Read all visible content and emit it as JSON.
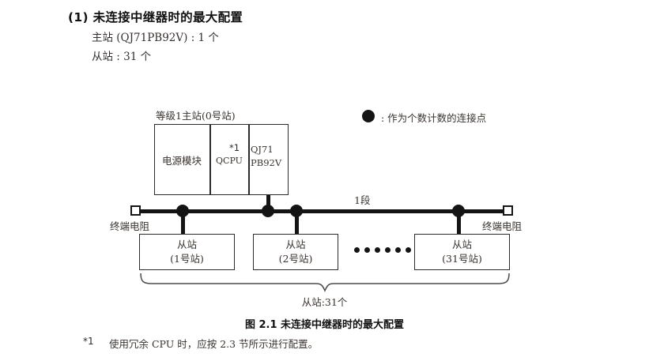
{
  "section": {
    "number": "(1)",
    "title": "未连接中继器时的最大配置",
    "lines": [
      "主站 (QJ71PB92V) : 1 个",
      "从站 : 31 个"
    ]
  },
  "legend": {
    "symbol": "filled-circle",
    "text": ": 作为个数计数的连接点"
  },
  "diagram": {
    "master": {
      "label": "等级1主站(0号站)",
      "modules": [
        {
          "name": "电源模块"
        },
        {
          "name": "QCPU",
          "footnote_mark": "*1"
        },
        {
          "name_line1": "QJ71",
          "name_line2": "PB92V"
        }
      ]
    },
    "bus": {
      "segment_label": "1段",
      "terminator_left": "终端电阻",
      "terminator_right": "终端电阻",
      "connection_points": 4
    },
    "slaves": [
      {
        "title": "从站",
        "station": "(1号站)"
      },
      {
        "title": "从站",
        "station": "(2号站)"
      },
      {
        "title": "从站",
        "station": "(31号站)"
      }
    ],
    "ellipsis_dots": 6,
    "brace_label": "从站:31个"
  },
  "caption": "图 2.1  未连接中继器时的最大配置",
  "footnote": {
    "mark": "*1",
    "text": "使用冗余 CPU 时，应按 2.3 节所示进行配置。"
  }
}
